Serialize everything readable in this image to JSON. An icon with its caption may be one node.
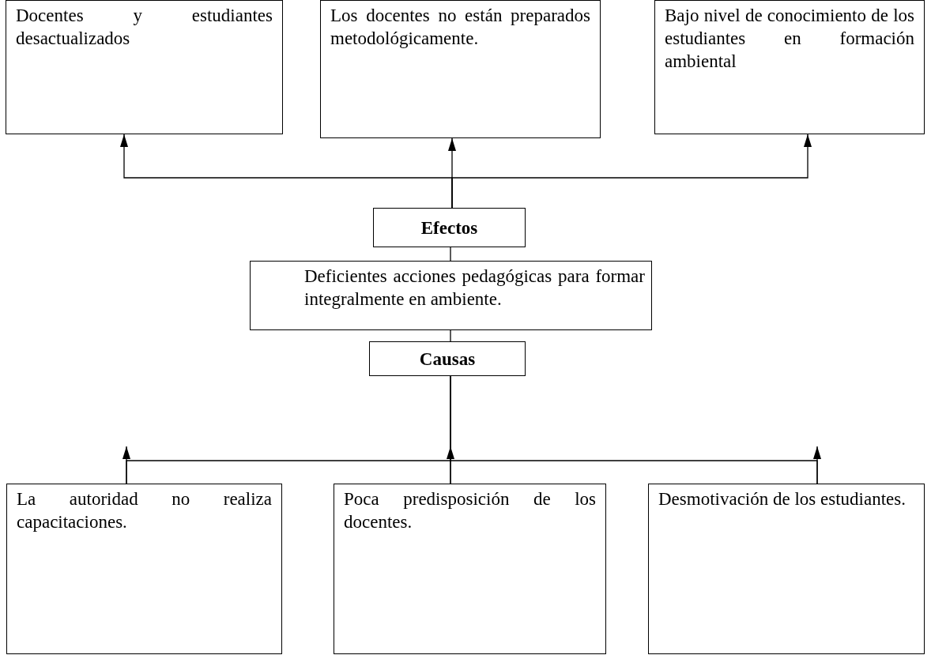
{
  "diagram": {
    "nodes": [
      {
        "text": [
          "Docentes y estudiantes desactualizados"
        ]
      },
      {
        "text": [
          "Los docentes no están preparados metodológicamente."
        ]
      },
      {
        "text": [
          "Bajo nivel de conocimiento de los estudiantes en formación ambiental"
        ]
      },
      {
        "text": [
          "Efectos"
        ]
      },
      {
        "text": [
          "Deficientes acciones pedagógicas para formar integralmente en ambiente."
        ]
      },
      {
        "text": [
          "Causas"
        ]
      },
      {
        "text": [
          "La autoridad no realiza capacitaciones."
        ]
      },
      {
        "text": [
          "Poca predisposición de los docentes."
        ]
      },
      {
        "text": [
          "Desmotivación de los estudiantes."
        ]
      }
    ],
    "edges": [
      {
        "from": 3,
        "to": 0,
        "arrow": "to"
      },
      {
        "from": 3,
        "to": 1,
        "arrow": "to"
      },
      {
        "from": 3,
        "to": 2,
        "arrow": "to"
      },
      {
        "from": 3,
        "to": 4,
        "arrow": "none"
      },
      {
        "from": 4,
        "to": 5,
        "arrow": "none"
      },
      {
        "from": 5,
        "to": 6,
        "arrow": "none"
      },
      {
        "from": 5,
        "to": 7,
        "arrow": "none"
      },
      {
        "from": 5,
        "to": 8,
        "arrow": "none"
      },
      {
        "from": 6,
        "to": null,
        "arrow": "to"
      },
      {
        "from": 7,
        "to": null,
        "arrow": "to"
      },
      {
        "from": 8,
        "to": null,
        "arrow": "to"
      }
    ]
  }
}
